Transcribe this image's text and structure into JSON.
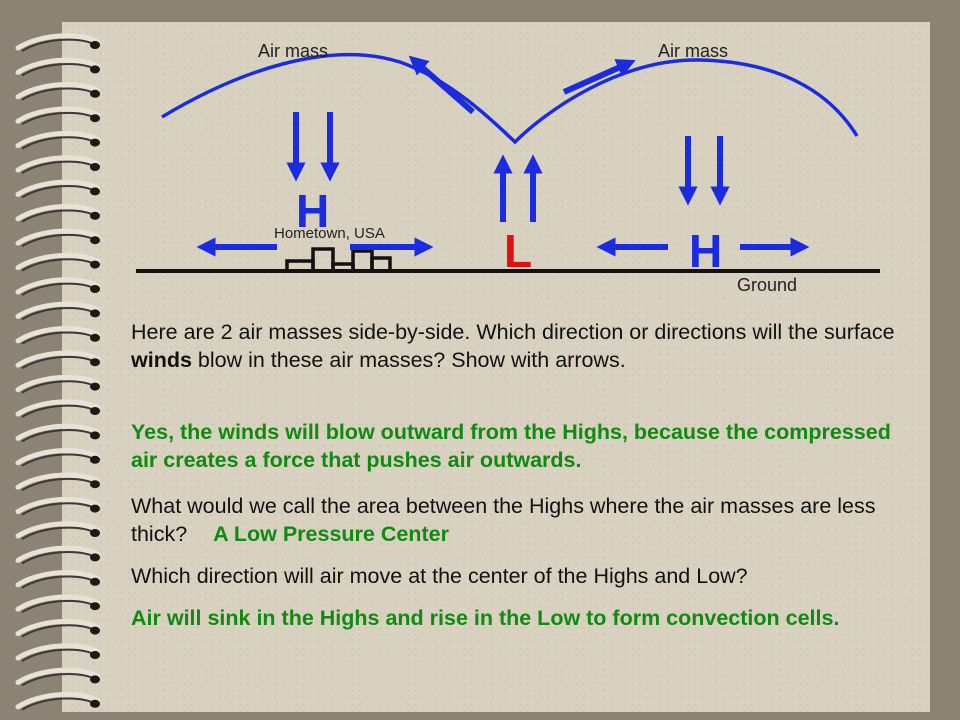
{
  "diagram": {
    "air_mass_left": "Air mass",
    "air_mass_right": "Air mass",
    "high_left": "H",
    "high_right": "H",
    "low": "L",
    "town": "Hometown, USA",
    "ground": "Ground"
  },
  "text": {
    "q1_a": "Here are 2 air masses side-by-side.  Which direction or directions will the surface ",
    "q1_bold": "winds",
    "q1_b": " blow in these air masses?  Show with arrows.",
    "a1": "Yes, the winds will blow outward from the Highs, because the compressed air creates a force that pushes air outwards.",
    "q2": "What would we call the area between the Highs where the air masses are less thick?",
    "a2": "A Low Pressure Center",
    "q3": "Which direction will air move at the center of the Highs and Low?",
    "a3": "Air will sink in the Highs and rise in the Low to form convection cells."
  },
  "colors": {
    "arrow": "#1a2be0",
    "low": "#e01010",
    "answer": "#118a11"
  }
}
